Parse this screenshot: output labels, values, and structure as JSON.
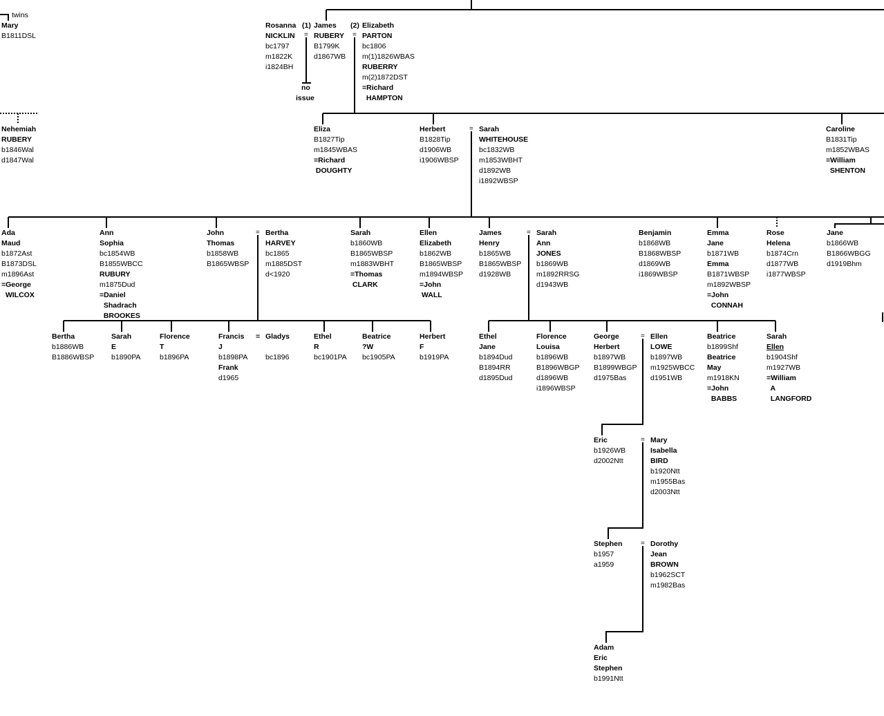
{
  "persons": [
    {
      "id": "mary",
      "lines": [
        {
          "t": "Mary",
          "s": "b"
        },
        {
          "t": "B1811DSL"
        }
      ]
    },
    {
      "id": "rosanna",
      "lines": [
        {
          "t": "Rosanna",
          "s": "b"
        },
        {
          "t": "NICKLIN",
          "s": "b"
        },
        {
          "t": "bc1797"
        },
        {
          "t": "m1822K"
        },
        {
          "t": "i1824BH"
        }
      ]
    },
    {
      "id": "james-sr",
      "lines": [
        {
          "t": "James",
          "s": "b"
        },
        {
          "t": "RUBERY",
          "s": "b"
        },
        {
          "t": "B1799K"
        },
        {
          "t": "d1867WB"
        }
      ]
    },
    {
      "id": "elizabeth",
      "lines": [
        {
          "t": "Elizabeth",
          "s": "b"
        },
        {
          "t": "PARTON",
          "s": "b"
        },
        {
          "t": "bc1806"
        },
        {
          "t": "m(1)1826WBAS"
        },
        {
          "t": "RUBERRY",
          "s": "b"
        },
        {
          "t": "m(2)1872DST"
        },
        {
          "t": "=Richard",
          "s": "b"
        },
        {
          "t": "  HAMPTON",
          "s": "b"
        }
      ]
    },
    {
      "id": "nehemiah",
      "lines": [
        {
          "t": "Nehemiah",
          "s": "b"
        },
        {
          "t": "RUBERY",
          "s": "b"
        },
        {
          "t": "b1846Wal"
        },
        {
          "t": "d1847Wal"
        }
      ]
    },
    {
      "id": "eliza",
      "lines": [
        {
          "t": "Eliza",
          "s": "b"
        },
        {
          "t": "B1827Tip"
        },
        {
          "t": "m1845WBAS"
        },
        {
          "t": "=Richard",
          "s": "b"
        },
        {
          "t": " DOUGHTY",
          "s": "b"
        }
      ]
    },
    {
      "id": "herbert-sr",
      "lines": [
        {
          "t": "Herbert",
          "s": "b"
        },
        {
          "t": "B1828Tip"
        },
        {
          "t": "d1906WB"
        },
        {
          "t": "i1906WBSP"
        }
      ]
    },
    {
      "id": "sarah-whitehouse",
      "lines": [
        {
          "t": "Sarah",
          "s": "b"
        },
        {
          "t": "WHITEHOUSE",
          "s": "b"
        },
        {
          "t": "bc1832WB"
        },
        {
          "t": "m1853WBHT"
        },
        {
          "t": "d1892WB"
        },
        {
          "t": "i1892WBSP"
        }
      ]
    },
    {
      "id": "caroline",
      "lines": [
        {
          "t": "Caroline",
          "s": "b"
        },
        {
          "t": "B1831Tip"
        },
        {
          "t": "m1852WBAS"
        },
        {
          "t": "=William",
          "s": "b"
        },
        {
          "t": "  SHENTON",
          "s": "b"
        }
      ]
    },
    {
      "id": "ada",
      "lines": [
        {
          "t": "Ada",
          "s": "b"
        },
        {
          "t": "Maud",
          "s": "b"
        },
        {
          "t": "b1872Ast"
        },
        {
          "t": "B1873DSL"
        },
        {
          "t": "m1896Ast"
        },
        {
          "t": "=George",
          "s": "b"
        },
        {
          "t": "  WILCOX",
          "s": "b"
        }
      ]
    },
    {
      "id": "ann-sophia",
      "lines": [
        {
          "t": "Ann",
          "s": "b"
        },
        {
          "t": "Sophia",
          "s": "b"
        },
        {
          "t": "bc1854WB"
        },
        {
          "t": "B1855WBCC"
        },
        {
          "t": "RUBURY",
          "s": "b"
        },
        {
          "t": "m1875Dud"
        },
        {
          "t": "=Daniel",
          "s": "b"
        },
        {
          "t": "  Shadrach",
          "s": "b"
        },
        {
          "t": "  BROOKES",
          "s": "b"
        }
      ]
    },
    {
      "id": "john-thomas",
      "lines": [
        {
          "t": "John",
          "s": "b"
        },
        {
          "t": "Thomas",
          "s": "b"
        },
        {
          "t": "b1858WB"
        },
        {
          "t": "B1865WBSP"
        }
      ]
    },
    {
      "id": "bertha-harvey",
      "lines": [
        {
          "t": "Bertha",
          "s": "b"
        },
        {
          "t": "HARVEY",
          "s": "b"
        },
        {
          "t": "bc1865"
        },
        {
          "t": "m1885DST"
        },
        {
          "t": "d<1920"
        }
      ]
    },
    {
      "id": "sarah-clark",
      "lines": [
        {
          "t": "Sarah",
          "s": "b"
        },
        {
          "t": "b1860WB"
        },
        {
          "t": "B1865WBSP"
        },
        {
          "t": "m1883WBHT"
        },
        {
          "t": "=Thomas",
          "s": "b"
        },
        {
          "t": " CLARK",
          "s": "b"
        }
      ]
    },
    {
      "id": "ellen-elizabeth",
      "lines": [
        {
          "t": "Ellen",
          "s": "b"
        },
        {
          "t": "Elizabeth",
          "s": "b"
        },
        {
          "t": "b1862WB"
        },
        {
          "t": "B1865WBSP"
        },
        {
          "t": "m1894WBSP"
        },
        {
          "t": "=John",
          "s": "b"
        },
        {
          "t": " WALL",
          "s": "b"
        }
      ]
    },
    {
      "id": "james-henry",
      "lines": [
        {
          "t": "James",
          "s": "b"
        },
        {
          "t": "Henry",
          "s": "b"
        },
        {
          "t": "b1865WB"
        },
        {
          "t": "B1865WBSP"
        },
        {
          "t": "d1928WB"
        }
      ]
    },
    {
      "id": "sarah-ann-jones",
      "lines": [
        {
          "t": "Sarah",
          "s": "b"
        },
        {
          "t": "Ann",
          "s": "b"
        },
        {
          "t": "JONES",
          "s": "b"
        },
        {
          "t": "b1869WB"
        },
        {
          "t": "m1892RRSG"
        },
        {
          "t": "d1943WB"
        }
      ]
    },
    {
      "id": "benjamin",
      "lines": [
        {
          "t": "Benjamin",
          "s": "b"
        },
        {
          "t": "b1868WB"
        },
        {
          "t": "B1868WBSP"
        },
        {
          "t": "d1869WB"
        },
        {
          "t": "i1869WBSP"
        }
      ]
    },
    {
      "id": "emma-jane",
      "lines": [
        {
          "t": "Emma",
          "s": "b"
        },
        {
          "t": "Jane",
          "s": "b"
        },
        {
          "t": "b1871WB"
        },
        {
          "t": "Emma",
          "s": "b"
        },
        {
          "t": "B1871WBSP"
        },
        {
          "t": "m1892WBSP"
        },
        {
          "t": "=John",
          "s": "b"
        },
        {
          "t": "  CONNAH",
          "s": "b"
        }
      ]
    },
    {
      "id": "rose-helena",
      "lines": [
        {
          "t": "Rose",
          "s": "b"
        },
        {
          "t": "Helena",
          "s": "b"
        },
        {
          "t": "b1874Crn"
        },
        {
          "t": "d1877WB"
        },
        {
          "t": "i1877WBSP"
        }
      ]
    },
    {
      "id": "jane",
      "lines": [
        {
          "t": "Jane",
          "s": "b"
        },
        {
          "t": "b1866WB"
        },
        {
          "t": "B1866WBGG"
        },
        {
          "t": "d1919Bhm"
        }
      ]
    },
    {
      "id": "bertha-jr",
      "lines": [
        {
          "t": "Bertha",
          "s": "b"
        },
        {
          "t": "b1886WB"
        },
        {
          "t": "B1886WBSP"
        }
      ]
    },
    {
      "id": "sarah-e",
      "lines": [
        {
          "t": "Sarah",
          "s": "b"
        },
        {
          "t": "E",
          "s": "b"
        },
        {
          "t": "b1890PA"
        }
      ]
    },
    {
      "id": "florence-t",
      "lines": [
        {
          "t": "Florence",
          "s": "b"
        },
        {
          "t": "T",
          "s": "b"
        },
        {
          "t": "b1896PA"
        }
      ]
    },
    {
      "id": "francis-j",
      "lines": [
        {
          "t": "Francis",
          "s": "b"
        },
        {
          "t": "J",
          "s": "b"
        },
        {
          "t": "b1898PA"
        },
        {
          "t": "Frank",
          "s": "b"
        },
        {
          "t": "d1965"
        }
      ]
    },
    {
      "id": "gladys",
      "lines": [
        {
          "t": "Gladys",
          "s": "b"
        },
        {
          "t": ""
        },
        {
          "t": "bc1896"
        }
      ]
    },
    {
      "id": "ethel-r",
      "lines": [
        {
          "t": "Ethel",
          "s": "b"
        },
        {
          "t": "R",
          "s": "b"
        },
        {
          "t": "bc1901PA"
        }
      ]
    },
    {
      "id": "beatrice-w",
      "lines": [
        {
          "t": "Beatrice",
          "s": "b"
        },
        {
          "t": "?W",
          "s": "b"
        },
        {
          "t": "bc1905PA"
        }
      ]
    },
    {
      "id": "herbert-f",
      "lines": [
        {
          "t": "Herbert",
          "s": "b"
        },
        {
          "t": "F",
          "s": "b"
        },
        {
          "t": "b1919PA"
        }
      ]
    },
    {
      "id": "ethel-jane",
      "lines": [
        {
          "t": "Ethel",
          "s": "b"
        },
        {
          "t": "Jane",
          "s": "b"
        },
        {
          "t": "b1894Dud"
        },
        {
          "t": "B1894RR"
        },
        {
          "t": "d1895Dud"
        }
      ]
    },
    {
      "id": "florence-louisa",
      "lines": [
        {
          "t": "Florence",
          "s": "b"
        },
        {
          "t": "Louisa",
          "s": "b"
        },
        {
          "t": "b1896WB"
        },
        {
          "t": "B1896WBGP"
        },
        {
          "t": "d1896WB"
        },
        {
          "t": "i1896WBSP"
        }
      ]
    },
    {
      "id": "george-herbert",
      "lines": [
        {
          "t": "George",
          "s": "b"
        },
        {
          "t": "Herbert",
          "s": "b"
        },
        {
          "t": "b1897WB"
        },
        {
          "t": "B1899WBGP"
        },
        {
          "t": "d1975Bas"
        }
      ]
    },
    {
      "id": "ellen-lowe",
      "lines": [
        {
          "t": "Ellen",
          "s": "b"
        },
        {
          "t": "LOWE",
          "s": "b"
        },
        {
          "t": "b1897WB"
        },
        {
          "t": "m1925WBCC"
        },
        {
          "t": "d1951WB"
        }
      ]
    },
    {
      "id": "beatrice-may",
      "lines": [
        {
          "t": "Beatrice",
          "s": "b"
        },
        {
          "t": "b1899Shf"
        },
        {
          "t": "Beatrice",
          "s": "b"
        },
        {
          "t": "May",
          "s": "b"
        },
        {
          "t": "m1918KN"
        },
        {
          "t": "=John",
          "s": "b"
        },
        {
          "t": "  BABBS",
          "s": "b"
        }
      ]
    },
    {
      "id": "sarah-ellen",
      "lines": [
        {
          "t": "Sarah",
          "s": "b"
        },
        {
          "t": "Ellen",
          "s": "b u"
        },
        {
          "t": "b1904Shf"
        },
        {
          "t": "m1927WB"
        },
        {
          "t": "=William",
          "s": "b"
        },
        {
          "t": "  A",
          "s": "b"
        },
        {
          "t": "  LANGFORD",
          "s": "b"
        }
      ]
    },
    {
      "id": "eric",
      "lines": [
        {
          "t": "Eric",
          "s": "b"
        },
        {
          "t": "b1926WB"
        },
        {
          "t": "d2002Ntt"
        }
      ]
    },
    {
      "id": "mary-bird",
      "lines": [
        {
          "t": "Mary",
          "s": "b"
        },
        {
          "t": "Isabella",
          "s": "b"
        },
        {
          "t": "BIRD",
          "s": "b"
        },
        {
          "t": "b1920Ntt"
        },
        {
          "t": "m1955Bas"
        },
        {
          "t": "d2003Ntt"
        }
      ]
    },
    {
      "id": "stephen",
      "lines": [
        {
          "t": "Stephen",
          "s": "b"
        },
        {
          "t": "b1957"
        },
        {
          "t": "a1959"
        }
      ]
    },
    {
      "id": "dorothy-brown",
      "lines": [
        {
          "t": "Dorothy",
          "s": "b"
        },
        {
          "t": "Jean",
          "s": "b"
        },
        {
          "t": "BROWN",
          "s": "b"
        },
        {
          "t": "b1962SCT"
        },
        {
          "t": "m1982Bas"
        }
      ]
    },
    {
      "id": "adam",
      "lines": [
        {
          "t": "Adam",
          "s": "b"
        },
        {
          "t": "Eric",
          "s": "b"
        },
        {
          "t": "Stephen",
          "s": "b"
        },
        {
          "t": "b1991Ntt"
        }
      ]
    }
  ],
  "notes": {
    "twins": "twins",
    "marriage_1": "(1)",
    "marriage_2": "(2)",
    "no_issue_1": "no",
    "no_issue_2": "issue",
    "equals": "=",
    "marriage_tick": "="
  },
  "colors": {
    "line": "#000000",
    "text": "#000000",
    "background": "#ffffff"
  }
}
